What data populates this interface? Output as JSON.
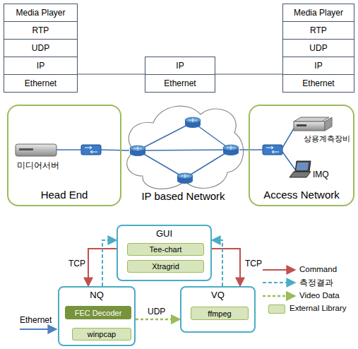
{
  "diagram": {
    "nodes": [
      {
        "text": [
          "Media Player"
        ]
      },
      {
        "text": [
          "RTP"
        ]
      },
      {
        "text": [
          "UDP"
        ]
      },
      {
        "text": [
          "IP"
        ]
      },
      {
        "text": [
          "Ethernet"
        ]
      },
      {
        "text": [
          "IP"
        ]
      },
      {
        "text": [
          "Ethernet"
        ]
      },
      {
        "text": [
          "Media Player"
        ]
      },
      {
        "text": [
          "RTP"
        ]
      },
      {
        "text": [
          "UDP"
        ]
      },
      {
        "text": [
          "IP"
        ]
      },
      {
        "text": [
          "Ethernet"
        ]
      },
      {
        "text": [
          "Head End"
        ]
      },
      {
        "text": [
          "IP based Network"
        ]
      },
      {
        "text": [
          "Access Network"
        ]
      },
      {
        "text": [
          "GUI"
        ]
      },
      {
        "text": [
          "Tee-chart"
        ],
        "in": 15
      },
      {
        "text": [
          "Xtragrid"
        ],
        "in": 15
      },
      {
        "text": [
          "NQ"
        ]
      },
      {
        "text": [
          "FEC Decoder"
        ],
        "in": 18
      },
      {
        "text": [
          "winpcap"
        ],
        "in": 18
      },
      {
        "text": [
          "VQ"
        ]
      },
      {
        "text": [
          "ffmpeg"
        ],
        "in": 21
      }
    ],
    "edges": [
      {
        "from": 4,
        "to": 6,
        "arrow": "none"
      },
      {
        "from": 6,
        "to": 11,
        "arrow": "none"
      },
      {
        "from": 15,
        "to": 18,
        "arrow": "to",
        "label": "TCP"
      },
      {
        "from": 18,
        "to": 15,
        "arrow": "to"
      },
      {
        "from": 15,
        "to": 21,
        "arrow": "to",
        "label": "TCP"
      },
      {
        "from": 21,
        "to": 15,
        "arrow": "to"
      },
      {
        "from": 18,
        "to": 21,
        "arrow": "to",
        "label": "UDP"
      }
    ],
    "labels": [
      "미디어서버",
      "상용계측장비",
      "IMQ",
      "Ethernet"
    ],
    "legend": [
      {
        "text": "Command"
      },
      {
        "text": "측정결과"
      },
      {
        "text": "Video Data"
      },
      {
        "text": "External Library",
        "color": "#d7e4bc"
      }
    ]
  }
}
